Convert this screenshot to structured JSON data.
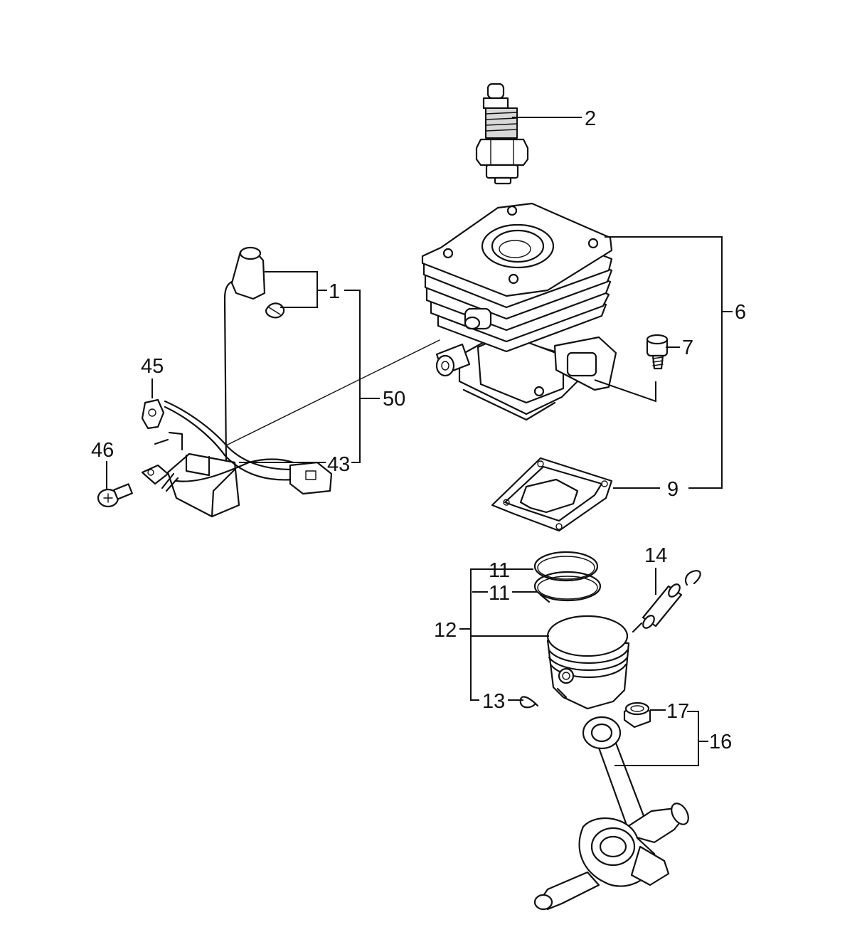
{
  "diagram": {
    "type": "exploded-parts-view",
    "labels": {
      "p1": "1",
      "p2": "2",
      "p6": "6",
      "p7": "7",
      "p9": "9",
      "p11a": "11",
      "p11b": "11",
      "p12": "12",
      "p13": "13",
      "p14": "14",
      "p16": "16",
      "p17": "17",
      "p43": "43",
      "p45": "45",
      "p46": "46",
      "p50": "50"
    }
  }
}
